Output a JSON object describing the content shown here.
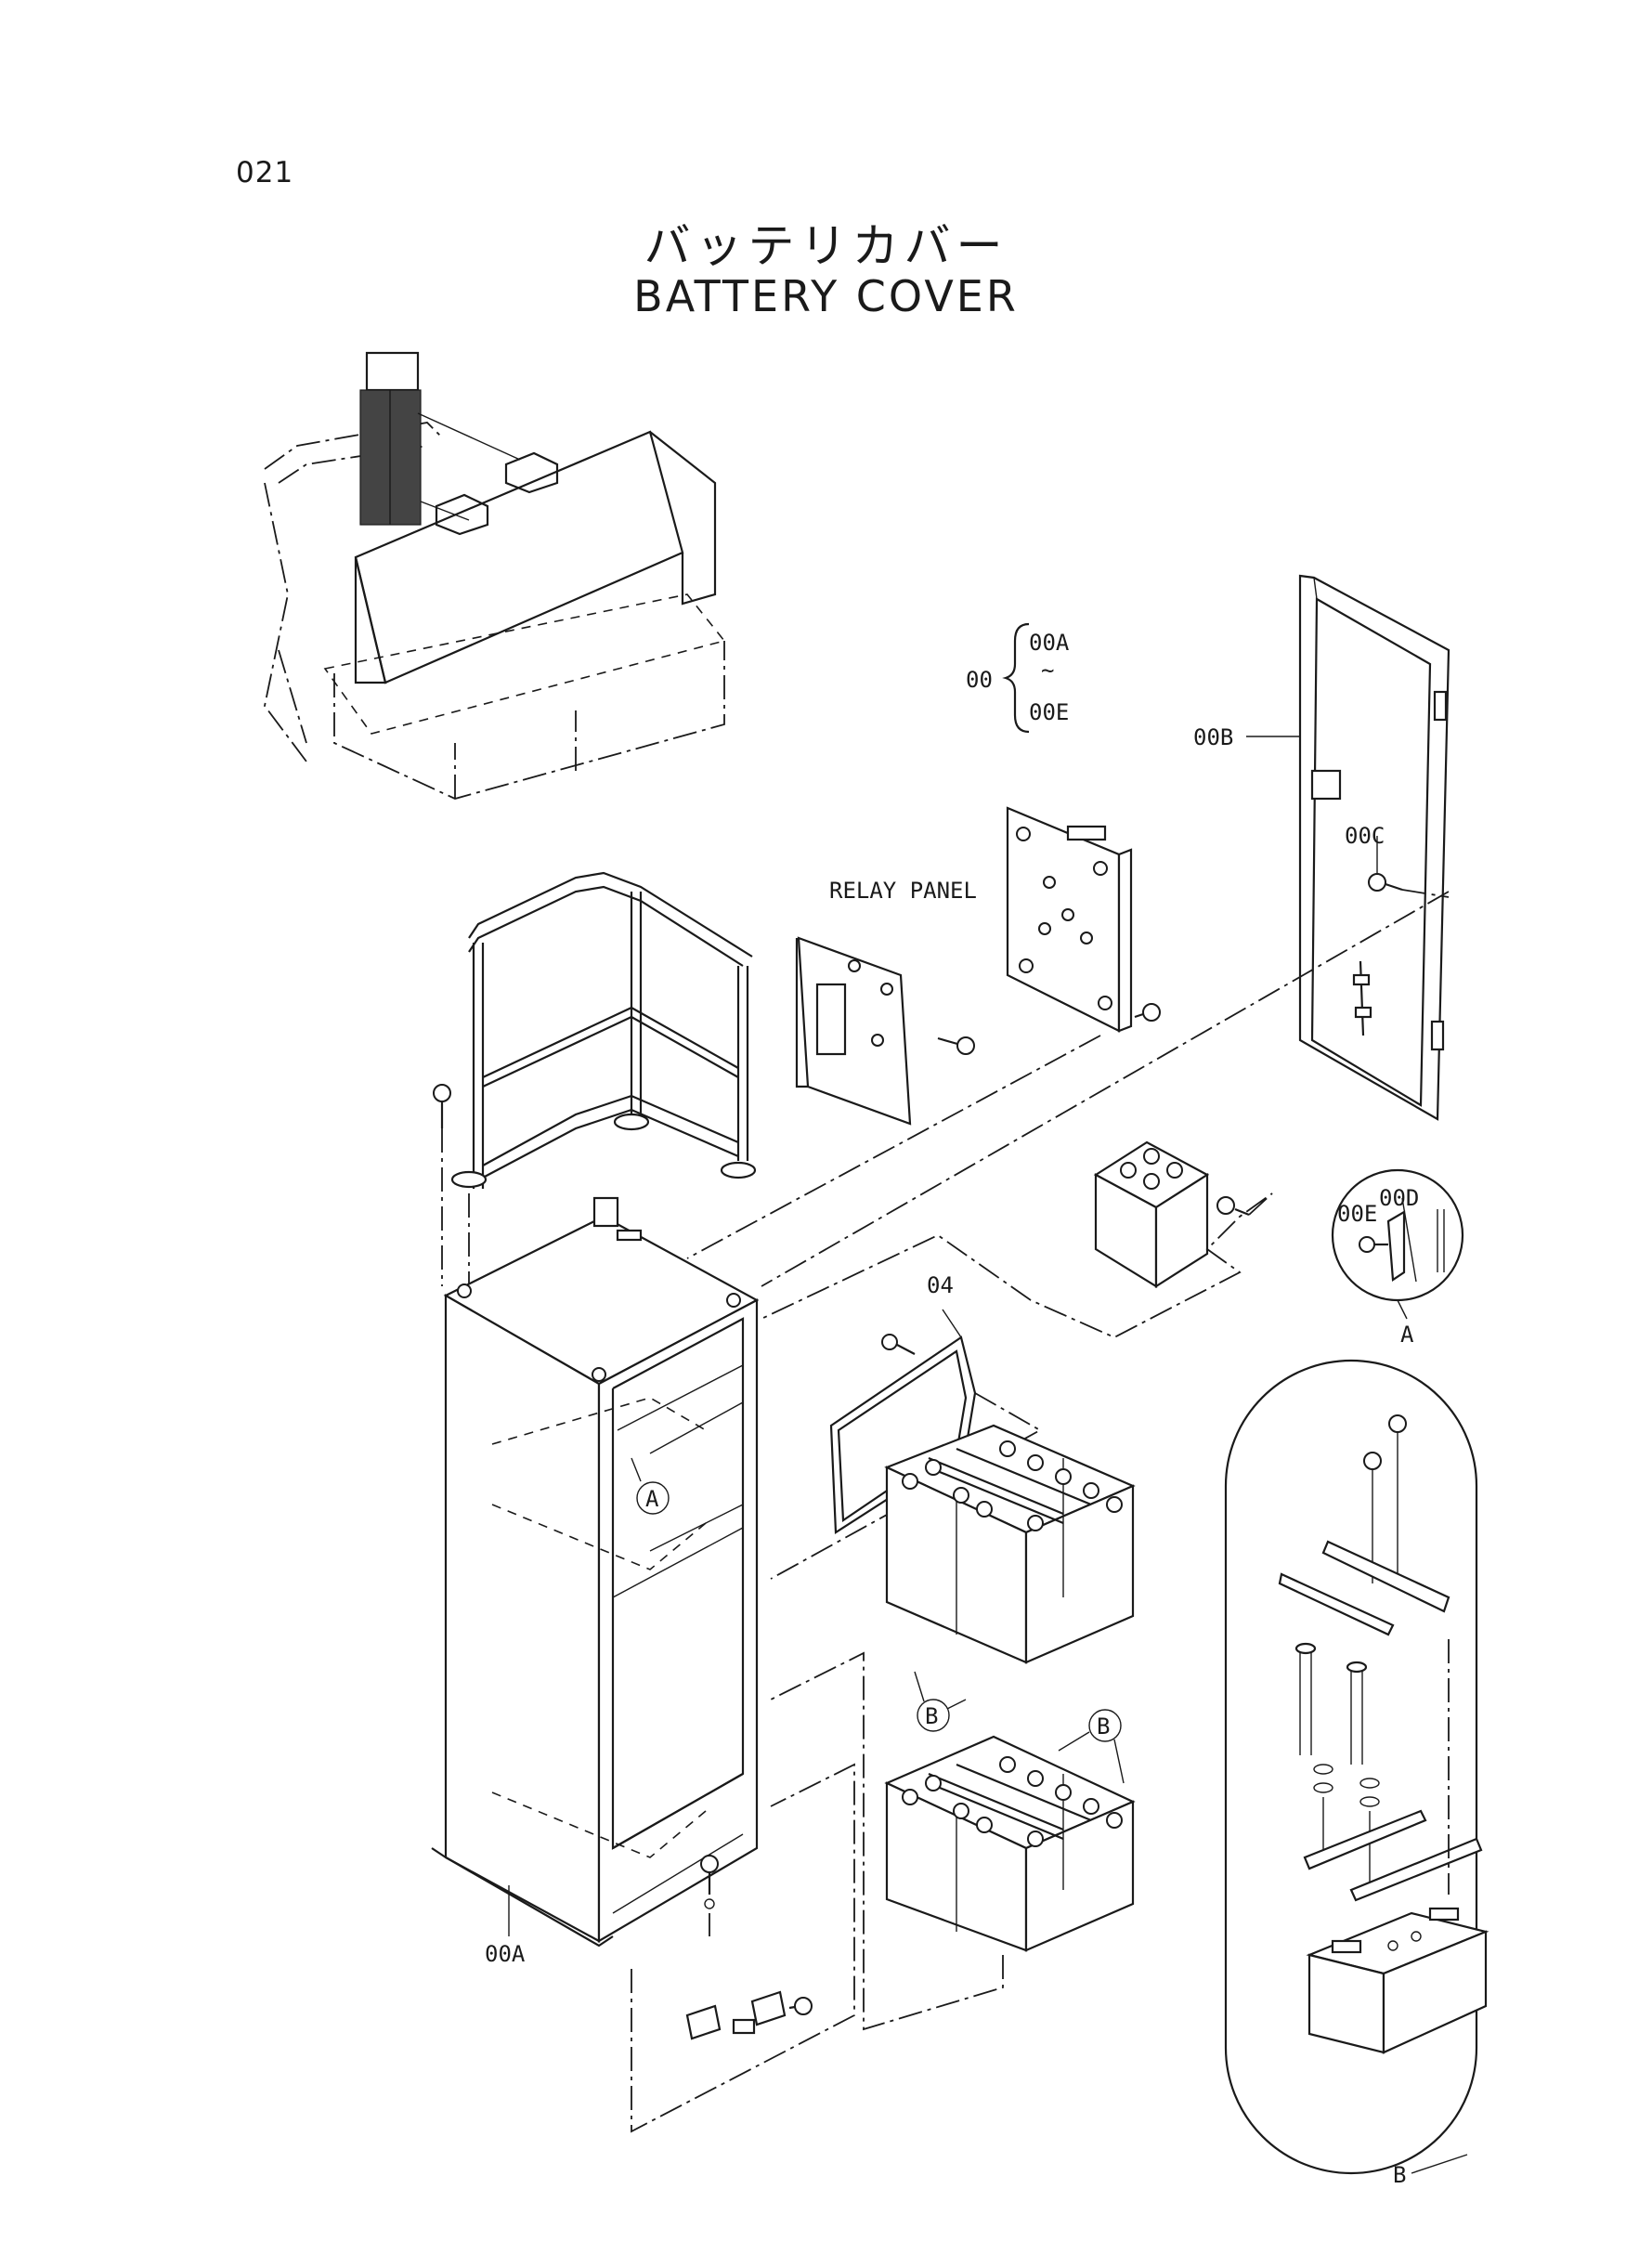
{
  "page_number": "021",
  "title_jp": "バッテリカバー",
  "title_en": "BATTERY COVER",
  "labels": {
    "group_prefix": "00",
    "group_first": "00A",
    "group_tilde": "~",
    "group_last": "00E",
    "door": "00B",
    "door_screw": "00C",
    "relay_panel": "RELAY PANEL",
    "cover_plate": "04",
    "detail_a_part_d": "00D",
    "detail_a_part_e": "00E",
    "detail_a_tag": "A",
    "box_callout_a": "A",
    "battery_callout_b1": "B",
    "battery_callout_b2": "B",
    "box": "00A",
    "detail_b_tag": "B"
  }
}
